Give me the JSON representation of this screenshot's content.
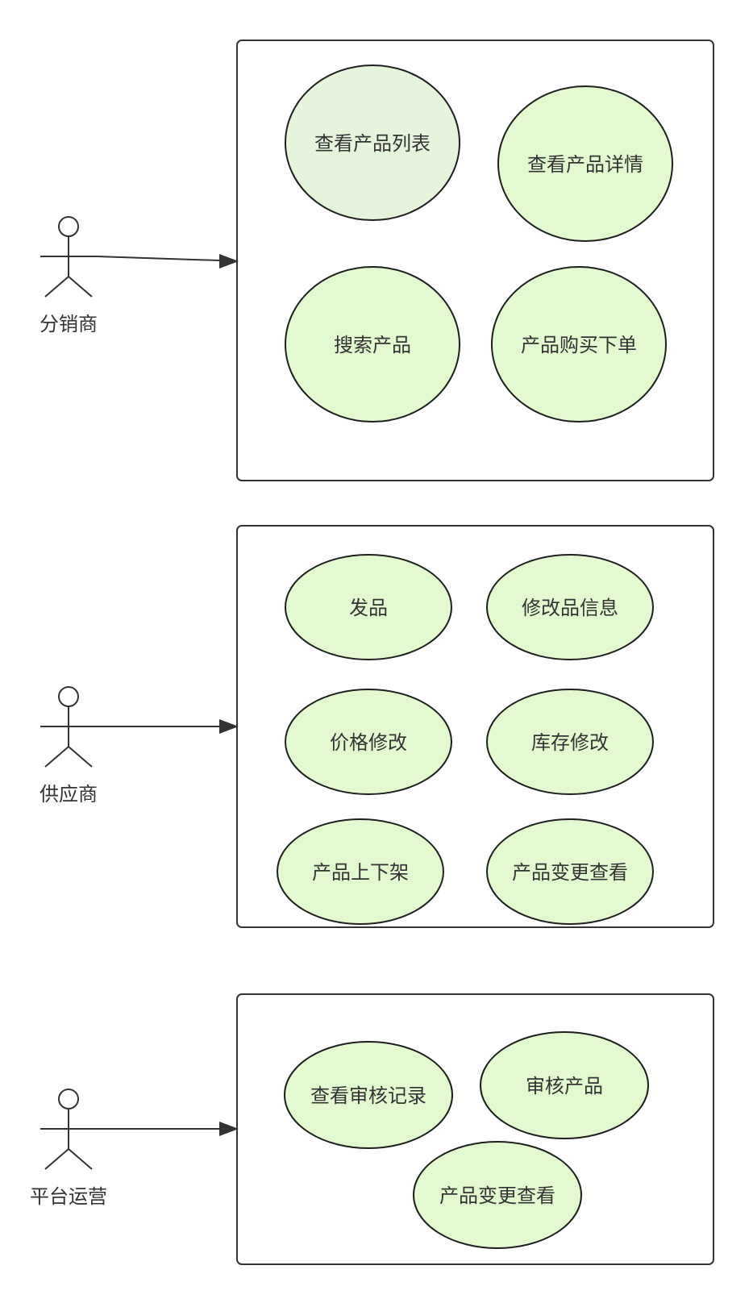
{
  "colors": {
    "usecase_fill": "#e3f9cf",
    "usecase_selected_fill": "#e6f4dc",
    "stroke": "#333333",
    "text": "#333333"
  },
  "actors": [
    {
      "label": "分销商"
    },
    {
      "label": "供应商"
    },
    {
      "label": "平台运营"
    }
  ],
  "systems": [
    {
      "usecases": [
        "查看产品列表",
        "查看产品详情",
        "搜索产品",
        "产品购买下单"
      ]
    },
    {
      "usecases": [
        "发品",
        "修改品信息",
        "价格修改",
        "库存修改",
        "产品上下架",
        "产品变更查看"
      ]
    },
    {
      "usecases": [
        "查看审核记录",
        "审核产品",
        "产品变更查看"
      ]
    }
  ]
}
